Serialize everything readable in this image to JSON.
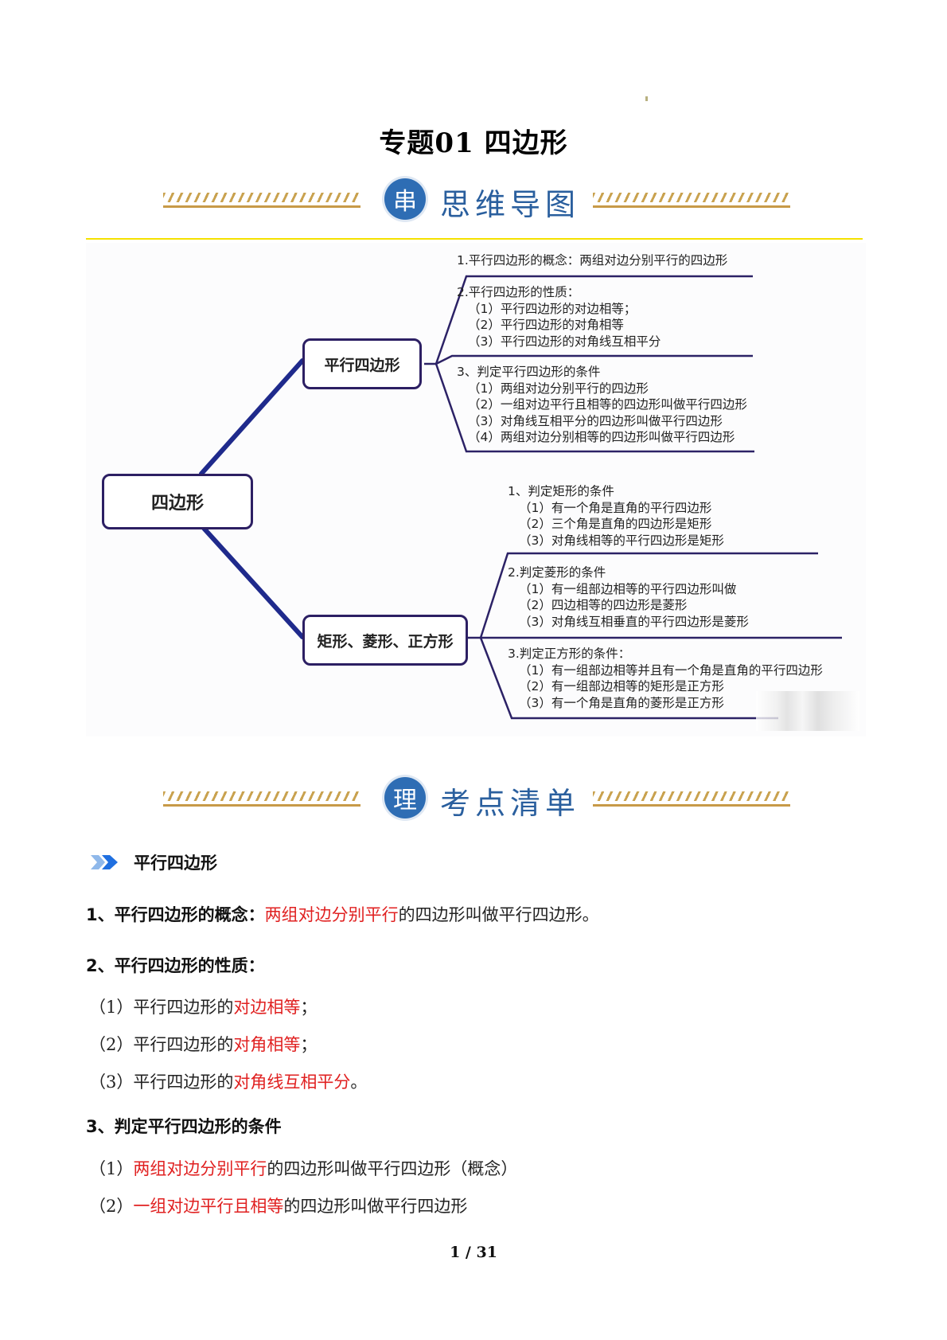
{
  "document": {
    "title": "专题01  四边形",
    "page_number": "1 / 31"
  },
  "banners": {
    "mindmap": {
      "badge": "串",
      "label": "思维导图"
    },
    "checklist": {
      "badge": "理",
      "label": "考点清单"
    }
  },
  "mindmap": {
    "root": "四边形",
    "branches": [
      {
        "label": "平行四边形",
        "groups": [
          {
            "title": "1.平行四边形的概念：两组对边分别平行的四边形",
            "items": []
          },
          {
            "title": "2.平行四边形的性质：",
            "items": [
              "（1）平行四边形的对边相等；",
              "（2）平行四边形的对角相等",
              "（3）平行四边形的对角线互相平分"
            ]
          },
          {
            "title": "3、判定平行四边形的条件",
            "items": [
              "（1）两组对边分别平行的四边形",
              "（2）一组对边平行且相等的四边形叫做平行四边形",
              "（3）对角线互相平分的四边形叫做平行四边形",
              "（4）两组对边分别相等的四边形叫做平行四边形"
            ]
          }
        ]
      },
      {
        "label": "矩形、菱形、正方形",
        "groups": [
          {
            "title": "1、判定矩形的条件",
            "items": [
              "（1）有一个角是直角的平行四边形",
              "（2）三个角是直角的四边形是矩形",
              "（3）对角线相等的平行四边形是矩形"
            ]
          },
          {
            "title": "2.判定菱形的条件",
            "items": [
              "（1）有一组部边相等的平行四边形叫做",
              "（2）四边相等的四边形是菱形",
              "（3）对角线互相垂直的平行四边形是菱形"
            ]
          },
          {
            "title": "3.判定正方形的条件：",
            "items": [
              "（1）有一组部边相等并且有一个角是直角的平行四边形",
              "（2）有一组部边相等的矩形是正方形",
              "（3）有一个角是直角的菱形是正方形"
            ]
          }
        ]
      }
    ]
  },
  "checklist": {
    "section_title": "平行四边形",
    "p1": {
      "label": "1、平行四边形的概念：",
      "red": "两组对边分别平行",
      "rest": "的四边形叫做平行四边形。"
    },
    "p2": {
      "label": "2、平行四边形的性质：",
      "items": [
        {
          "prefix": "（1）平行四边形的",
          "red": "对边相等",
          "suffix": "；"
        },
        {
          "prefix": "（2）平行四边形的",
          "red": "对角相等",
          "suffix": "；"
        },
        {
          "prefix": "（3）平行四边形的",
          "red": "对角线互相平分",
          "suffix": "。"
        }
      ]
    },
    "p3": {
      "label": "3、判定平行四边形的条件",
      "items": [
        {
          "prefix": "（1）",
          "red": "两组对边分别平行",
          "suffix": "的四边形叫做平行四边形（概念）"
        },
        {
          "prefix": "（2）",
          "red": "一组对边平行且相等",
          "suffix": "的四边形叫做平行四边形"
        }
      ]
    }
  },
  "colors": {
    "accent_red": "#e02020",
    "banner_blue": "#2a5f9e",
    "node_border": "#2c1f63",
    "rule_yellow": "#f5e100"
  }
}
